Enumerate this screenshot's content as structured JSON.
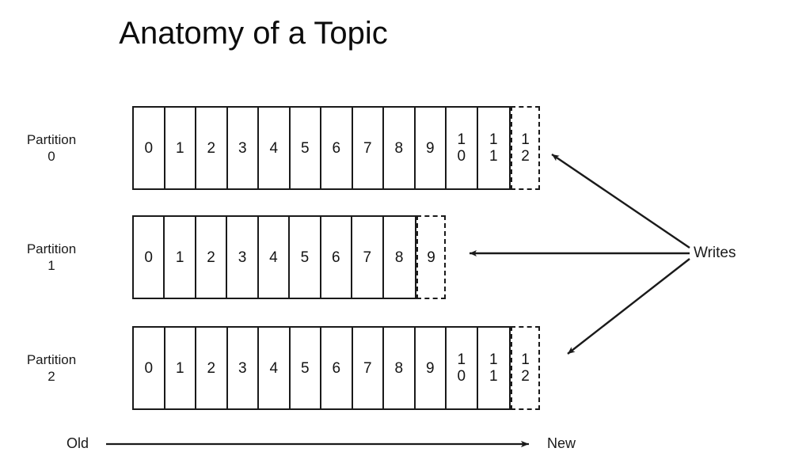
{
  "diagram": {
    "title": "Anatomy of a Topic",
    "writes_label": "Writes",
    "axis": {
      "old_label": "Old",
      "new_label": "New"
    },
    "partitions": [
      {
        "label_line1": "Partition",
        "label_line2": "0",
        "committed": [
          "0",
          "1",
          "2",
          "3",
          "4",
          "5",
          "6",
          "7",
          "8",
          "9",
          "10",
          "11"
        ],
        "pending": "12"
      },
      {
        "label_line1": "Partition",
        "label_line2": "1",
        "committed": [
          "0",
          "1",
          "2",
          "3",
          "4",
          "5",
          "6",
          "7",
          "8"
        ],
        "pending": "9"
      },
      {
        "label_line1": "Partition",
        "label_line2": "2",
        "committed": [
          "0",
          "1",
          "2",
          "3",
          "4",
          "5",
          "6",
          "7",
          "8",
          "9",
          "10",
          "11"
        ],
        "pending": "12"
      }
    ],
    "colors": {
      "stroke": "#1a1a1a",
      "background": "#ffffff",
      "text": "#141414"
    }
  }
}
